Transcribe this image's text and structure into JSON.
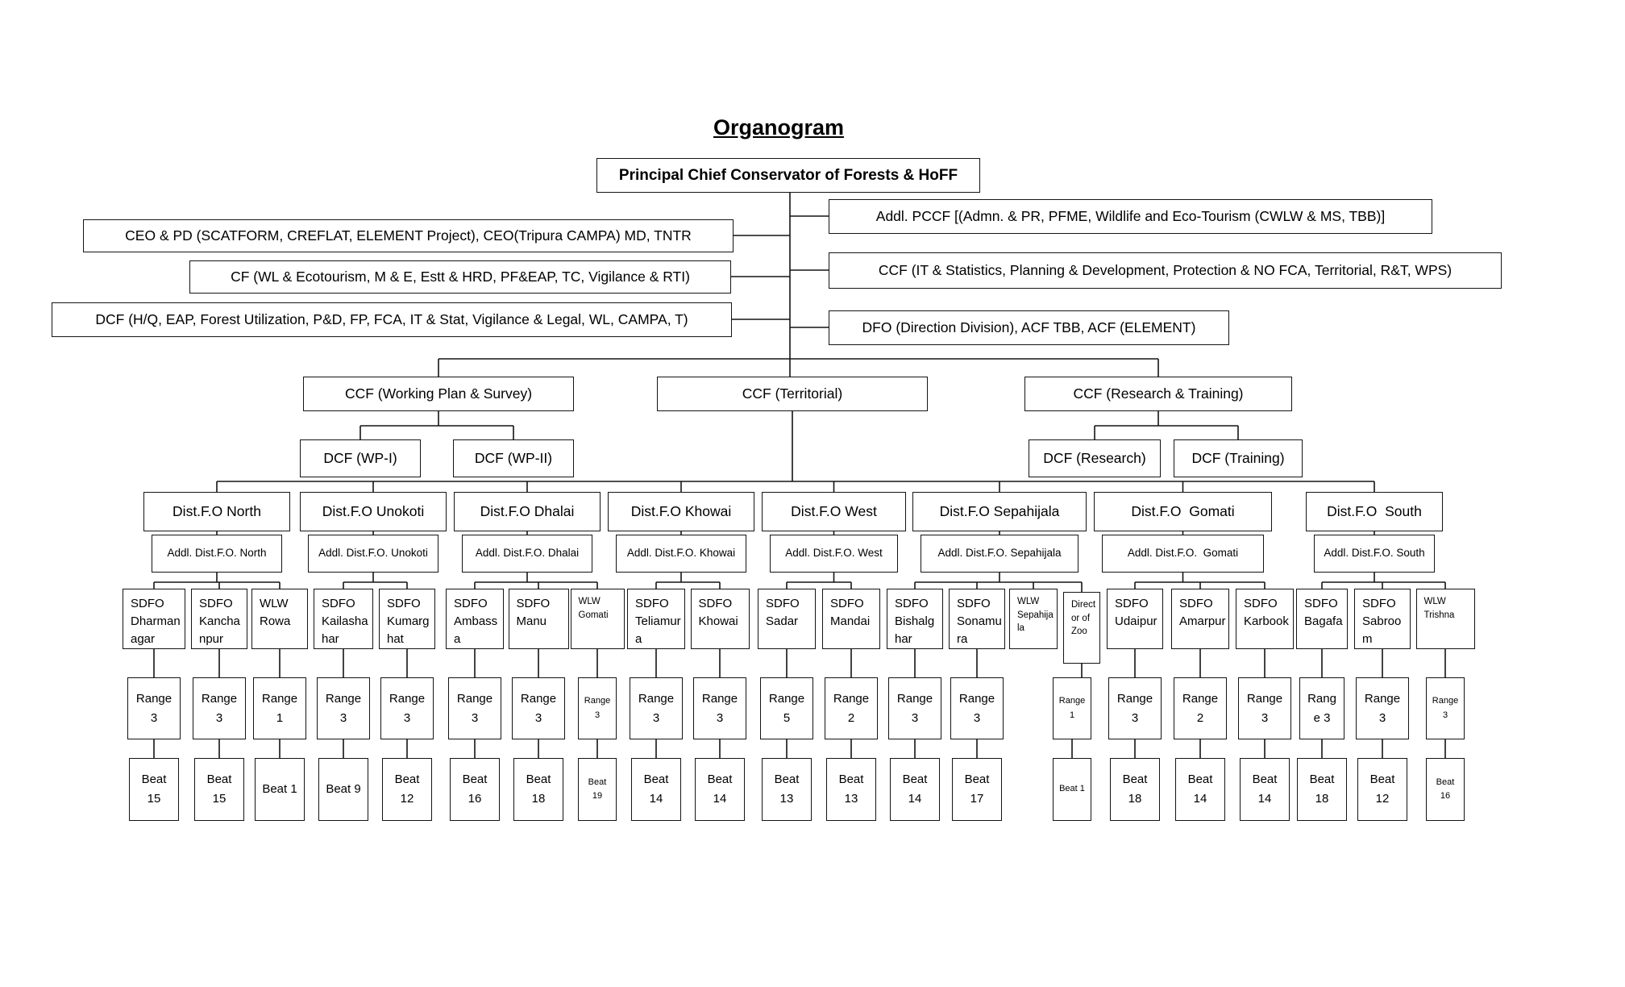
{
  "title": "Organogram",
  "root": {
    "label": "Principal Chief Conservator of Forests & HoFF"
  },
  "left_wing": [
    {
      "label": "CEO & PD (SCATFORM, CREFLAT, ELEMENT Project), CEO(Tripura CAMPA) MD, TNTR"
    },
    {
      "label": "CF (WL & Ecotourism, M & E, Estt & HRD, PF&EAP, TC, Vigilance & RTI)"
    },
    {
      "label": "DCF (H/Q, EAP, Forest Utilization, P&D, FP, FCA, IT & Stat, Vigilance & Legal, WL, CAMPA, T)"
    }
  ],
  "right_wing": [
    {
      "label": "Addl. PCCF [(Admn. & PR, PFME, Wildlife and Eco-Tourism (CWLW & MS, TBB)]"
    },
    {
      "label": "CCF (IT & Statistics, Planning & Development, Protection & NO FCA, Territorial, R&T, WPS)"
    },
    {
      "label": "DFO (Direction Division), ACF TBB, ACF (ELEMENT)"
    }
  ],
  "ccf_branches": [
    {
      "label": "CCF (Working Plan & Survey)",
      "children": [
        {
          "label": "DCF (WP-I)"
        },
        {
          "label": "DCF (WP-II)"
        }
      ]
    },
    {
      "label": "CCF (Territorial)"
    },
    {
      "label": "CCF (Research & Training)",
      "children": [
        {
          "label": "DCF (Research)"
        },
        {
          "label": "DCF (Training)"
        }
      ]
    }
  ],
  "districts": [
    {
      "name": "Dist.F.O North",
      "addl": "Addl. Dist.F.O. North",
      "offices": [
        {
          "label": "SDFO Dharmanagar",
          "range": "Range 3",
          "beat": "Beat 15"
        },
        {
          "label": "SDFO Kanchanpur",
          "range": "Range 3",
          "beat": "Beat 15"
        },
        {
          "label": "WLW Rowa",
          "range": "Range 1",
          "beat": "Beat 1"
        }
      ]
    },
    {
      "name": "Dist.F.O Unokoti",
      "addl": "Addl. Dist.F.O. Unokoti",
      "offices": [
        {
          "label": "SDFO Kailashahar",
          "range": "Range 3",
          "beat": "Beat 9"
        },
        {
          "label": "SDFO Kumarghat",
          "range": "Range 3",
          "beat": "Beat 12"
        }
      ]
    },
    {
      "name": "Dist.F.O Dhalai",
      "addl": "Addl. Dist.F.O. Dhalai",
      "offices": [
        {
          "label": "SDFO Ambassa",
          "range": "Range 3",
          "beat": "Beat 16"
        },
        {
          "label": "SDFO Manu",
          "range": "Range 3",
          "beat": "Beat 18"
        },
        {
          "label": "WLW Gomati",
          "range": "Range 3",
          "beat": "Beat 19"
        }
      ]
    },
    {
      "name": "Dist.F.O Khowai",
      "addl": "Addl. Dist.F.O. Khowai",
      "offices": [
        {
          "label": "SDFO Teliamura",
          "range": "Range 3",
          "beat": "Beat 14"
        },
        {
          "label": "SDFO Khowai",
          "range": "Range 3",
          "beat": "Beat 14"
        }
      ]
    },
    {
      "name": "Dist.F.O West",
      "addl": "Addl. Dist.F.O. West",
      "offices": [
        {
          "label": "SDFO Sadar",
          "range": "Range 5",
          "beat": "Beat 13"
        },
        {
          "label": "SDFO Mandai",
          "range": "Range 2",
          "beat": "Beat 13"
        }
      ]
    },
    {
      "name": "Dist.F.O Sepahijala",
      "addl": "Addl. Dist.F.O. Sepahijala",
      "offices": [
        {
          "label": "SDFO Bishalghar",
          "range": "Range 3",
          "beat": "Beat 14"
        },
        {
          "label": "SDFO Sonamura",
          "range": "Range 3",
          "beat": "Beat 17"
        },
        {
          "label": "WLW Sepahijala"
        },
        {
          "label": "Director of Zoo",
          "range": "Range 1",
          "beat": "Beat 1"
        }
      ]
    },
    {
      "name": "Dist.F.O  Gomati",
      "addl": "Addl. Dist.F.O.  Gomati",
      "offices": [
        {
          "label": "SDFO Udaipur",
          "range": "Range 3",
          "beat": "Beat 18"
        },
        {
          "label": "SDFO Amarpur",
          "range": "Range 2",
          "beat": "Beat 14"
        },
        {
          "label": "SDFO Karbook",
          "range": "Range 3",
          "beat": "Beat 14"
        }
      ]
    },
    {
      "name": "Dist.F.O  South",
      "addl": "Addl. Dist.F.O. South",
      "offices": [
        {
          "label": "SDFO Bagafa",
          "range": "Range 3",
          "beat": "Beat 18"
        },
        {
          "label": "SDFO Sabroom",
          "range": "Range 3",
          "beat": "Beat 12"
        },
        {
          "label": "WLW Trishna",
          "range": "Range 3",
          "beat": "Beat 16"
        }
      ]
    }
  ],
  "line_color": "#141414"
}
